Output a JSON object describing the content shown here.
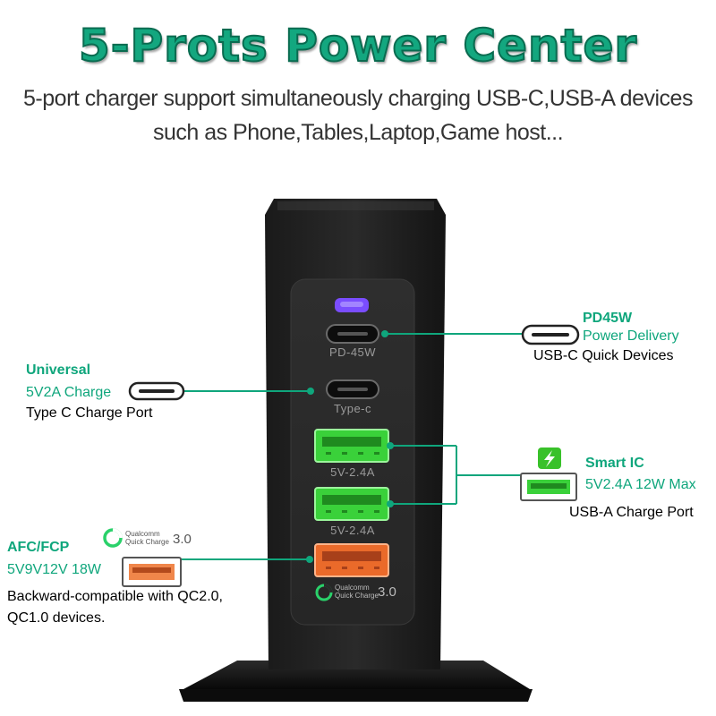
{
  "header": {
    "title": "5-Prots Power Center",
    "subtitle_line1": "5-port charger support simultaneously charging USB-C,USB-A devices",
    "subtitle_line2": "such as Phone,Tables,Laptop,Game host..."
  },
  "ports": {
    "pd": "PD-45W",
    "typec": "Type-c",
    "usba1": "5V-2.4A",
    "usba2": "5V-2.4A",
    "qc_brand": "Qualcomm",
    "qc_sub": "Quick Charge",
    "qc_ver": "3.0"
  },
  "callouts": {
    "pd45w": {
      "title": "PD45W",
      "line1": "Power Delivery",
      "line2": "USB-C Quick Devices"
    },
    "universal": {
      "title": "Universal",
      "line1": "5V2A Charge",
      "line2": "Type C Charge Port"
    },
    "smart_ic": {
      "title": "Smart IC",
      "line1": "5V2.4A 12W Max",
      "line2": "USB-A Charge Port"
    },
    "afc": {
      "title": "AFC/FCP",
      "line1": "5V9V12V 18W",
      "line2": "Backward-compatible with QC2.0,",
      "line3": "QC1.0 devices.",
      "qc_brand": "Qualcomm",
      "qc_sub": "Quick Charge",
      "qc_ver": "3.0"
    }
  },
  "colors": {
    "accent": "#0fa67c",
    "usb_a_green": "#3ad13a",
    "usb_a_orange": "#ea6a2a",
    "led": "#7a4dff"
  }
}
